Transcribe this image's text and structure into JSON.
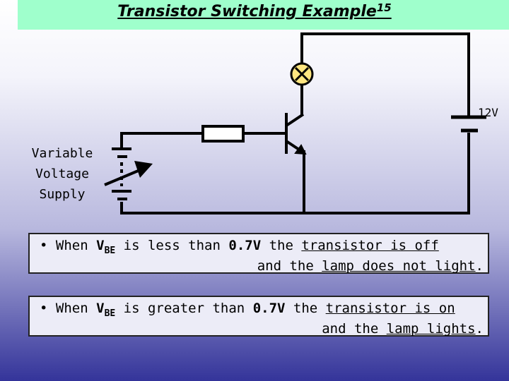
{
  "header": {
    "title": "Transistor Switching Example",
    "title_superscript": "15"
  },
  "circuit": {
    "supply_label_lines": [
      "Variable",
      "Voltage",
      "Supply"
    ],
    "battery_voltage": "12V",
    "lamp_symbol": "X"
  },
  "statements": [
    {
      "bullet": "•",
      "prefix": "When ",
      "symbol_main": "V",
      "symbol_sub": "BE",
      "middle": " is less than ",
      "threshold": "0.7V",
      "after_threshold": " the ",
      "state_text": "transistor is off",
      "line2_prefix": "and the ",
      "lamp_text": "lamp does not light",
      "end": "."
    },
    {
      "bullet": "•",
      "prefix": "When ",
      "symbol_main": "V",
      "symbol_sub": "BE",
      "middle": " is greater than ",
      "threshold": "0.7V",
      "after_threshold": " the ",
      "state_text": "transistor is on",
      "line2_prefix": "and the ",
      "lamp_text": "lamp lights",
      "end": "."
    }
  ],
  "colors": {
    "title_bar": "#9fffcc",
    "lamp_fill": "#ffe680",
    "wire": "#000000"
  }
}
